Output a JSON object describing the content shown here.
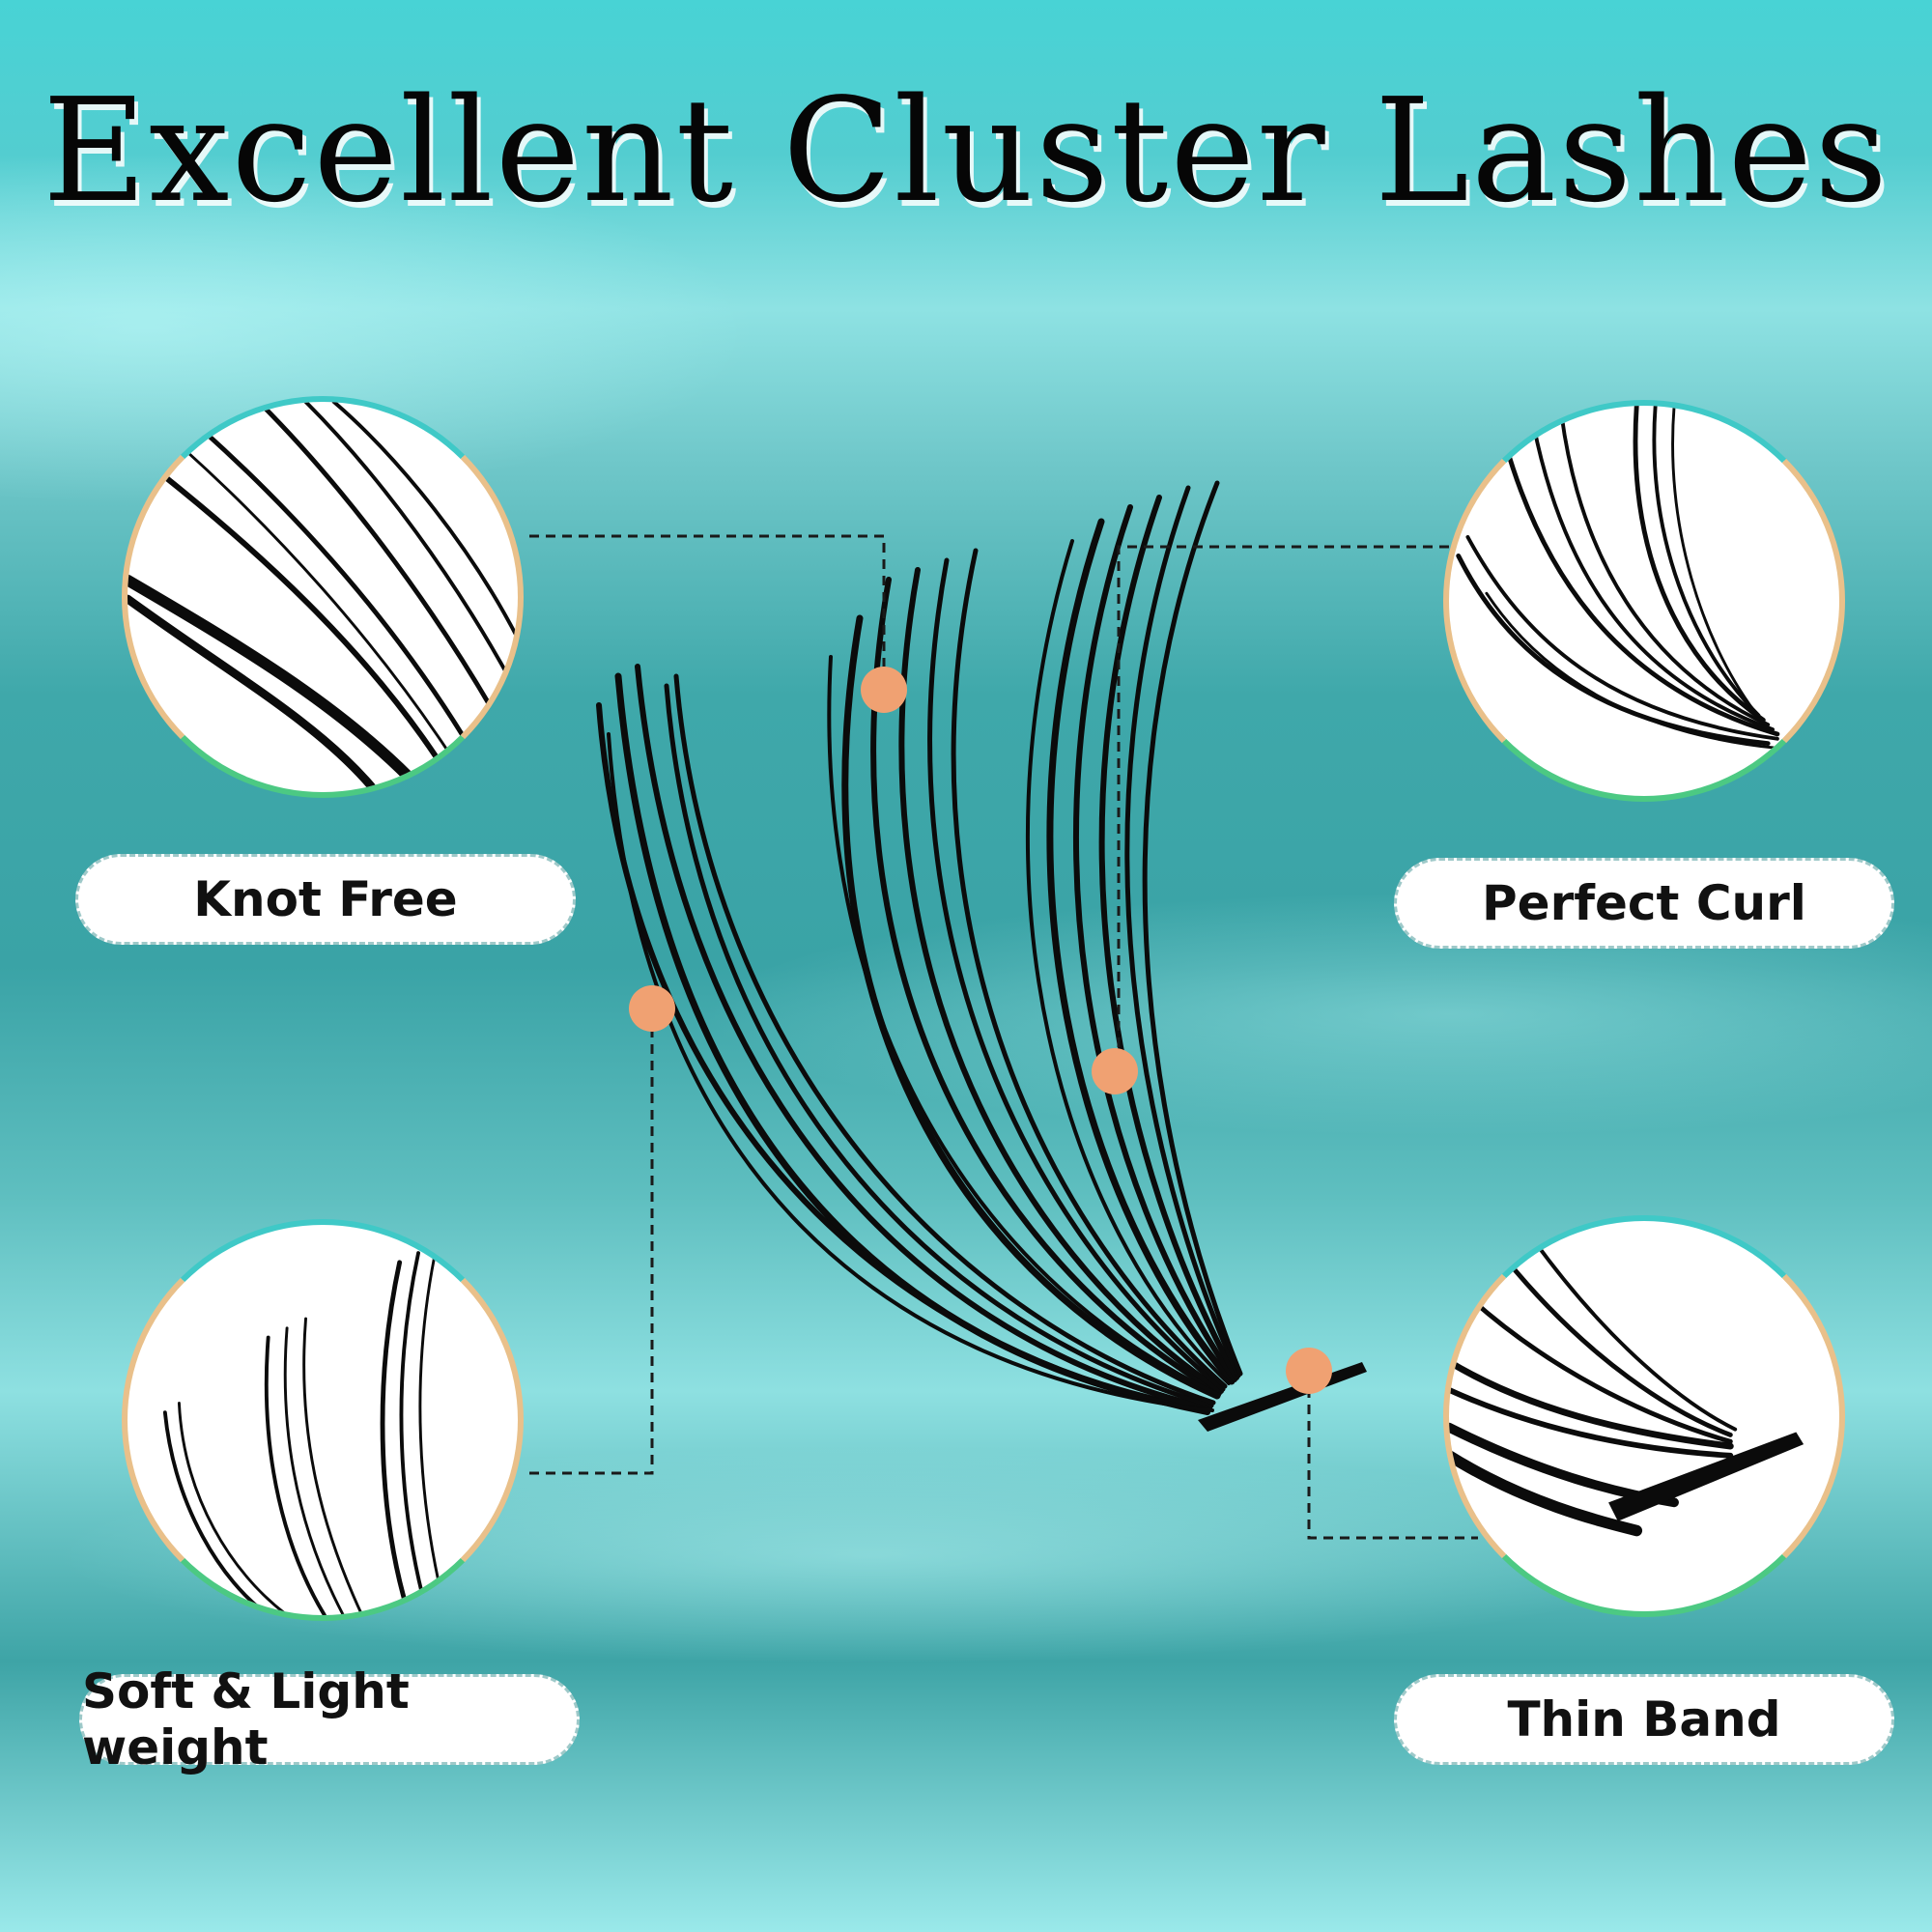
{
  "title": "Excellent Cluster Lashes",
  "features": {
    "knot_free": "Knot Free",
    "perfect_curl": "Perfect Curl",
    "soft_light": "Soft & Light weight",
    "thin_band": "Thin Band"
  },
  "colors": {
    "background": "#3fa8aa",
    "accent_dot": "#f0a172",
    "lash": "#0b0b0b"
  }
}
